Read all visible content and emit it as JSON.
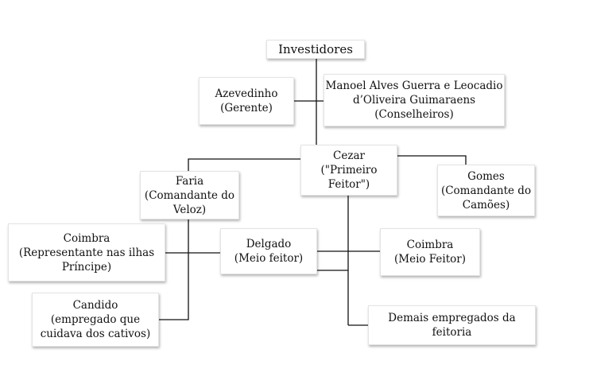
{
  "diagram": {
    "nodes": {
      "investidores": [
        "Investidores"
      ],
      "azevedinho": [
        "Azevedinho",
        "(Gerente)"
      ],
      "conselheiros": [
        "Manoel Alves Guerra e Leocadio",
        "d’Oliveira Guimaraens",
        "(Conselheiros)"
      ],
      "cezar": [
        "Cezar",
        "(\"Primeiro",
        "Feitor\")"
      ],
      "faria": [
        "Faria",
        "(Comandante do",
        "Veloz)"
      ],
      "gomes": [
        "Gomes",
        "(Comandante do",
        "Camões)"
      ],
      "coimbra_principe": [
        "Coimbra",
        "(Representante nas ilhas",
        "Príncipe)"
      ],
      "delgado": [
        "Delgado",
        "(Meio feitor)"
      ],
      "coimbra_feitor": [
        "Coimbra",
        "(Meio Feitor)"
      ],
      "candido": [
        "Candido",
        "(empregado que",
        "cuidava dos cativos)"
      ],
      "demais": [
        "Demais empregados da",
        "feitoria"
      ]
    }
  }
}
